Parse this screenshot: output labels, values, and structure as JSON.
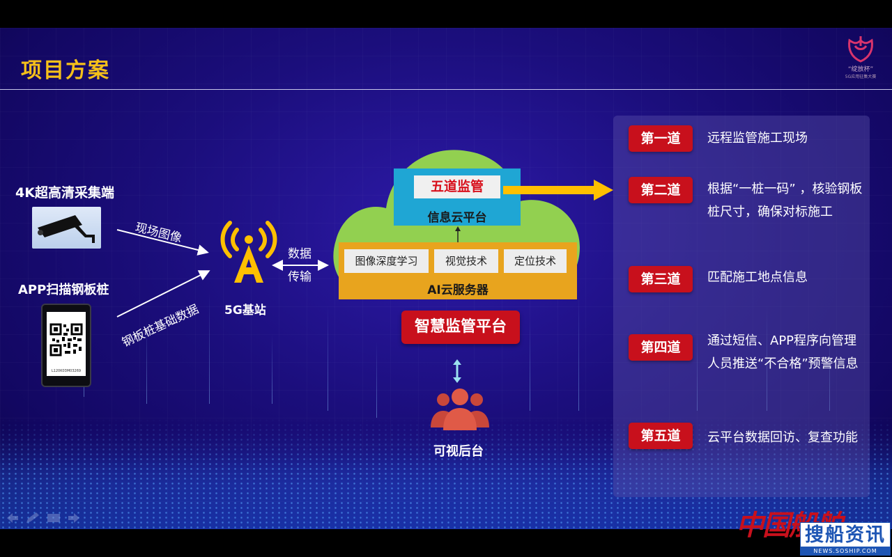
{
  "slide": {
    "title": "项目方案"
  },
  "logo": {
    "name": "“绽放杯”",
    "sub": "5G应用征集大赛"
  },
  "left": {
    "camera_label": "4K超高清采集端",
    "app_label": "APP扫描钢板桩",
    "qr_caption": "L120K03M03269",
    "arrow_image_label": "现场图像",
    "arrow_data_label": "钢板桩基础数据"
  },
  "base_station": {
    "label": "5G基站",
    "link_line1": "数据",
    "link_line2": "传输"
  },
  "cloud": {
    "wudao_label": "五道监管",
    "info_platform_label": "信息云平台",
    "tech_items": [
      "图像深度学习",
      "视觉技术",
      "定位技术"
    ],
    "ai_server_label": "AI云服务器"
  },
  "platform_label": "智慧监管平台",
  "backend_label": "可视后台",
  "steps": [
    {
      "badge": "第一道",
      "text": "远程监管施工现场"
    },
    {
      "badge": "第二道",
      "text": "根据“一桩一码” ，核验钢板桩尺寸，确保对标施工"
    },
    {
      "badge": "第三道",
      "text": "匹配施工地点信息"
    },
    {
      "badge": "第四道",
      "text": "通过短信、APP程序向管理人员推送“不合格”预警信息"
    },
    {
      "badge": "第五道",
      "text": "云平台数据回访、复查功能"
    }
  ],
  "watermark": {
    "chinese": "中国船舶",
    "brand": "搜船资讯",
    "url": "NEWS.SOSHIP.COM"
  },
  "colors": {
    "title": "#f5c01a",
    "badge": "#c8101c",
    "cloud": "#92d050",
    "info_platform": "#1fa6d4",
    "ai_server": "#e8a41e",
    "arrow": "#ffc000",
    "tower": "#ffc000",
    "people": "#d9533f"
  },
  "icons": {
    "camera": "security-camera-icon",
    "qr": "qr-code-icon",
    "tower": "signal-tower-icon",
    "people": "users-group-icon"
  }
}
